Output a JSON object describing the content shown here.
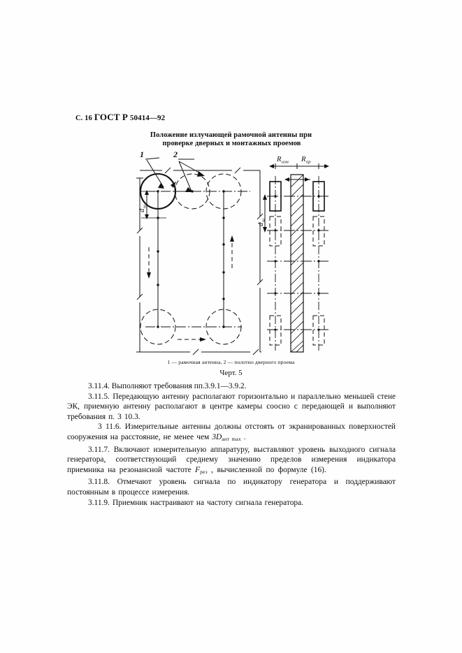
{
  "header": {
    "page_label": "С. 16",
    "standard": "ГОСТ Р",
    "number": "50414—92"
  },
  "figure": {
    "title_line1": "Положение излучающей рамочной антенны при",
    "title_line2": "проверке дверных и монтажных проемов",
    "legend": "1 — рамочная антенна, 2 — полотно дверного проема",
    "caption": "Черт. 5",
    "callouts": {
      "one": "1",
      "two": "2"
    },
    "dimensions": {
      "d_sh_symbol": "d",
      "d_sh_sub": "ш",
      "r_izm_symbol": "R",
      "r_izm_sub": "изм",
      "r_pr_symbol": "R",
      "r_pr_sub": "пр"
    }
  },
  "body": {
    "p_3_11_4": "3.11.4. Выполняют требования пп.3.9.1—3.9.2.",
    "p_3_11_5": "3.11.5. Передающую антенну располагают горизонтально и параллельно меньшей стене ЭК, приемную антенну располагают в центре камеры соосно с передающей и выполняют требования п. 3 10.3.",
    "p_3_11_6_pre": "3 11.6. Измерительные антенны должны отстоять от экранированных поверхностей сооружения на расстояние, не менее чем ",
    "p_3_11_6_formula": "3D",
    "p_3_11_6_sub": "ант max",
    "p_3_11_6_post": " .",
    "p_3_11_7_pre": "3.11.7. Включают измерительную аппаратуру, выставляют уровень выходного сигнала генератора, соответствующий среднему значению пределов измерения индикатора приемника на резонансной частоте ",
    "p_3_11_7_symbol": "F",
    "p_3_11_7_sub": "рез",
    "p_3_11_7_post": " , вычисленной по формуле (16).",
    "p_3_11_8": "3.11.8. Отмечают уровень сигнала по индикатору генератора и поддерживают постоянным в процессе измерения.",
    "p_3_11_9": "3.11.9. Приемник настраивают на частоту сигнала генератора."
  },
  "colors": {
    "ink": "#0d0d0d",
    "paper": "#fefefe",
    "line": "#111111"
  }
}
